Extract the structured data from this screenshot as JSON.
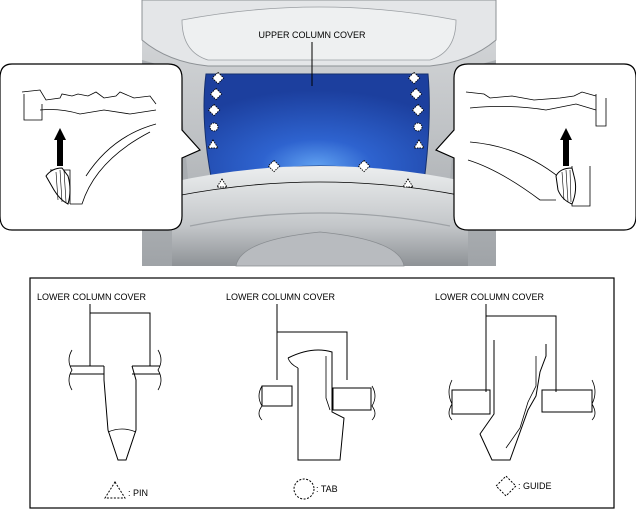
{
  "photo": {
    "callout": "UPPER COLUMN COVER"
  },
  "detail": {
    "left_label": "LOWER COLUMN COVER",
    "middle_label": "LOWER COLUMN COVER",
    "right_label": "LOWER COLUMN COVER"
  },
  "legend": {
    "pin": ": PIN",
    "tab": ": TAB",
    "guide": ": GUIDE"
  },
  "colors": {
    "cover_blue": "#2b56b8",
    "frame_grey": "#c9cbcd",
    "background": "#ffffff"
  }
}
